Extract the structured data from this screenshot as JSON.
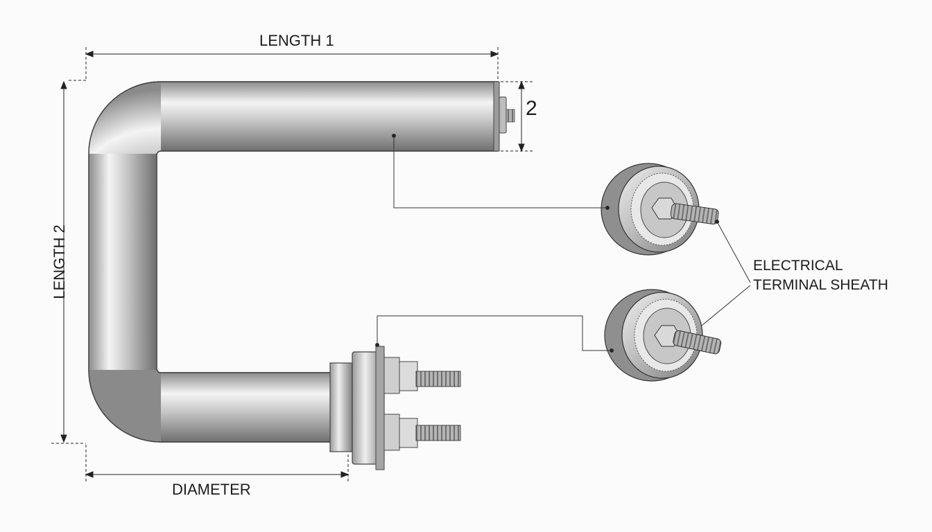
{
  "labels": {
    "length1": "LENGTH 1",
    "length2": "LENGTH 2",
    "diameter": "DIAMETER",
    "small_dim": "2",
    "callout_line1": "ELECTRICAL",
    "callout_line2": "TERMINAL SHEATH"
  },
  "colors": {
    "background": "#fbfbfb",
    "line": "#1c1c1c",
    "metal_dark": "#8a8a8a",
    "metal_light": "#f2f2f2"
  }
}
